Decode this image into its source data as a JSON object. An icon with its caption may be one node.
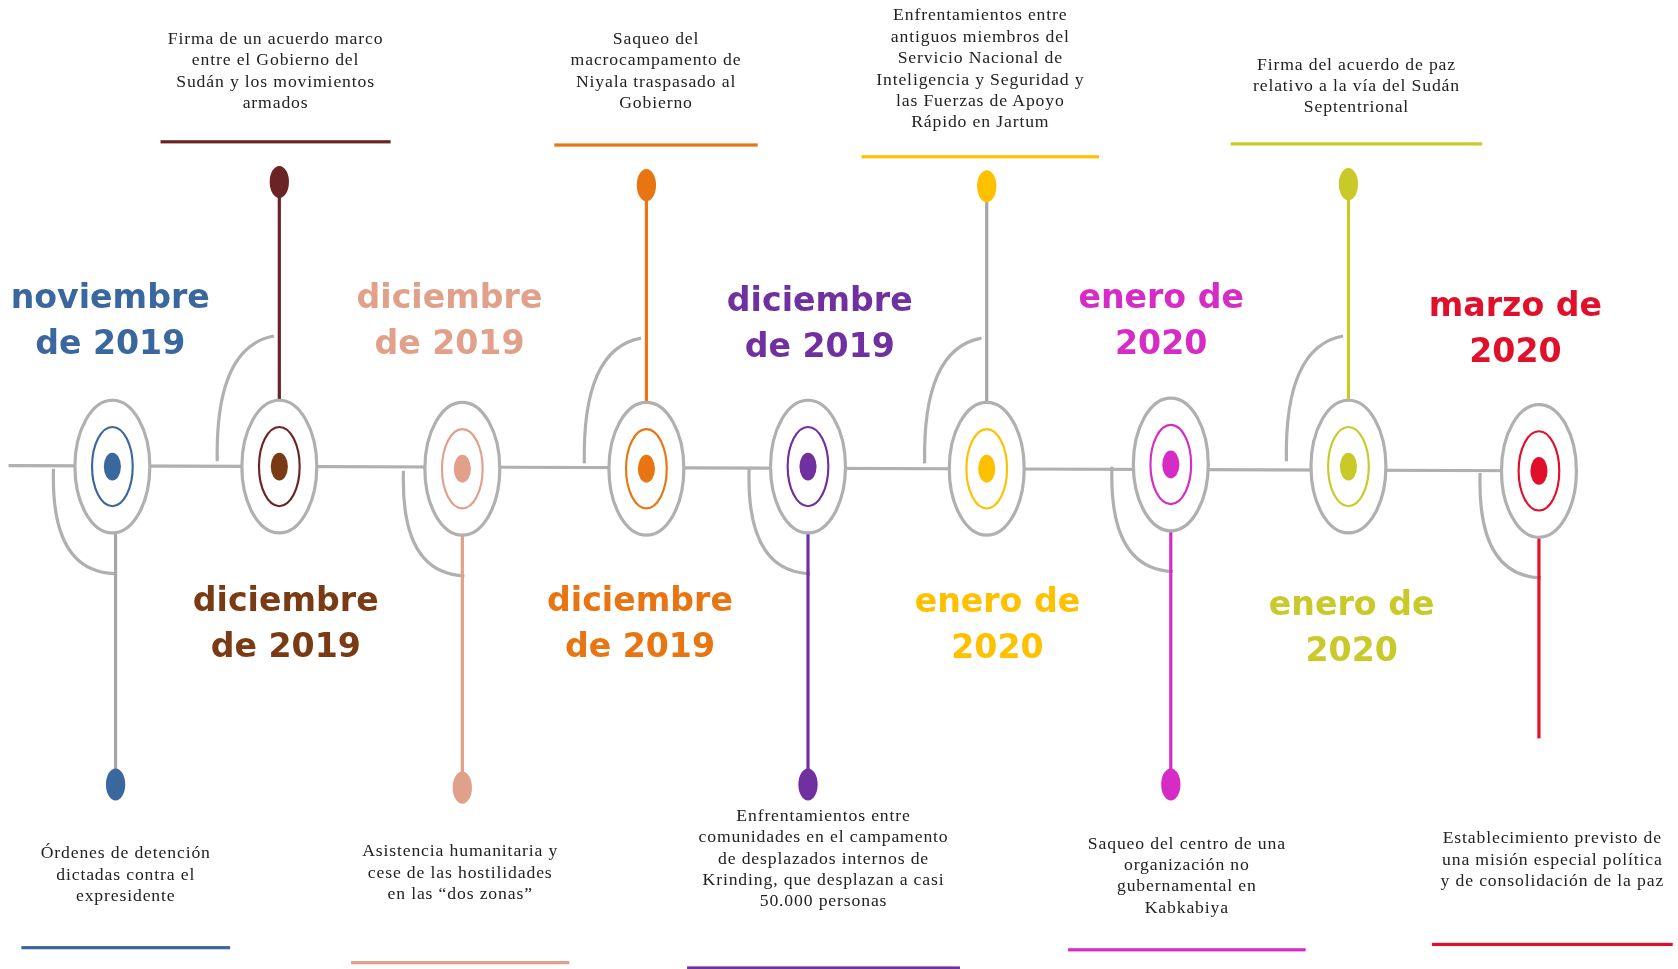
{
  "diagram": {
    "nodes": [
      {
        "text": [],
        "shape": "circle",
        "beside": [
          "noviembre de 2019"
        ]
      },
      {
        "text": [],
        "shape": "circle",
        "beside": [
          "diciembre de 2019"
        ]
      },
      {
        "text": [],
        "shape": "circle",
        "beside": [
          "diciembre de 2019"
        ]
      },
      {
        "text": [],
        "shape": "circle",
        "beside": [
          "diciembre de 2019"
        ]
      },
      {
        "text": [],
        "shape": "circle",
        "beside": [
          "diciembre de 2019"
        ]
      },
      {
        "text": [],
        "shape": "circle",
        "beside": [
          "enero de 2020"
        ]
      },
      {
        "text": [],
        "shape": "circle",
        "beside": [
          "enero de 2020"
        ]
      },
      {
        "text": [],
        "shape": "circle",
        "beside": [
          "enero de 2020"
        ]
      },
      {
        "text": [],
        "shape": "circle",
        "beside": [
          "marzo de 2020"
        ]
      },
      {
        "text": [
          "Órdenes de detención dictadas contra el expresidente"
        ]
      },
      {
        "text": [
          "Firma de un acuerdo marco entre el Gobierno del Sudán y los movimientos armados"
        ]
      },
      {
        "text": [
          "Asistencia humanitaria y cese de las hostilidades en las “dos zonas”"
        ]
      },
      {
        "text": [
          "Saqueo del macrocampamento de Niyala traspasado al Gobierno"
        ]
      },
      {
        "text": [
          "Enfrentamientos entre comunidades en el campamento de desplazados internos de Krinding, que desplazan a casi 50.000 personas"
        ]
      },
      {
        "text": [
          "Enfrentamientos entre antiguos miembros del Servicio Nacional de Inteligencia y Seguridad y las Fuerzas de Apoyo Rápido en Jartum"
        ]
      },
      {
        "text": [
          "Saqueo del centro de una organización no gubernamental en Kabkabiya"
        ]
      },
      {
        "text": [
          "Firma del acuerdo de paz relativo a la vía del Sudán Septentrional"
        ]
      },
      {
        "text": [
          "Establecimiento previsto de una misión especial política y de consolidación de la paz"
        ]
      }
    ],
    "edges": [
      {
        "from": 0,
        "to": 9,
        "arrow": "other",
        "color": "#a6a6a6"
      },
      {
        "from": 1,
        "to": 10,
        "arrow": "other",
        "color": "#6b2424"
      },
      {
        "from": 2,
        "to": 11,
        "arrow": "other",
        "color": "#e0a08a"
      },
      {
        "from": 3,
        "to": 12,
        "arrow": "other",
        "color": "#e87511"
      },
      {
        "from": 4,
        "to": 13,
        "arrow": "other",
        "color": "#7030a0"
      },
      {
        "from": 5,
        "to": 14,
        "arrow": "other",
        "color": "#a6a6a6"
      },
      {
        "from": 6,
        "to": 15,
        "arrow": "other",
        "color": "#d62bc4"
      },
      {
        "from": 7,
        "to": 16,
        "arrow": "other",
        "color": "#c9c92a"
      },
      {
        "from": 8,
        "to": 17,
        "arrow": "none",
        "color": "#e8102a"
      }
    ]
  }
}
